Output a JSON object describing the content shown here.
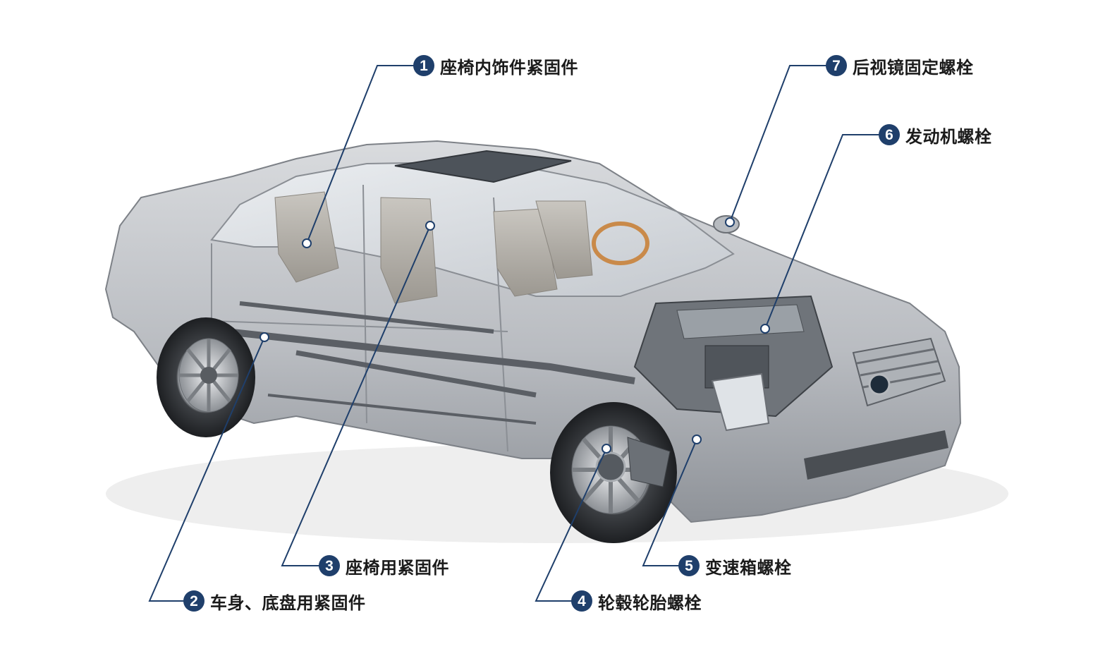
{
  "diagram": {
    "image": "cutaway sedan car illustration",
    "accent_color": "#1f3f6b",
    "callouts": [
      {
        "number": "1",
        "label": "座椅内饰件紧固件"
      },
      {
        "number": "2",
        "label": "车身、底盘用紧固件"
      },
      {
        "number": "3",
        "label": "座椅用紧固件"
      },
      {
        "number": "4",
        "label": "轮毂轮胎螺栓"
      },
      {
        "number": "5",
        "label": "变速箱螺栓"
      },
      {
        "number": "6",
        "label": "发动机螺栓"
      },
      {
        "number": "7",
        "label": "后视镜固定螺栓"
      }
    ]
  }
}
